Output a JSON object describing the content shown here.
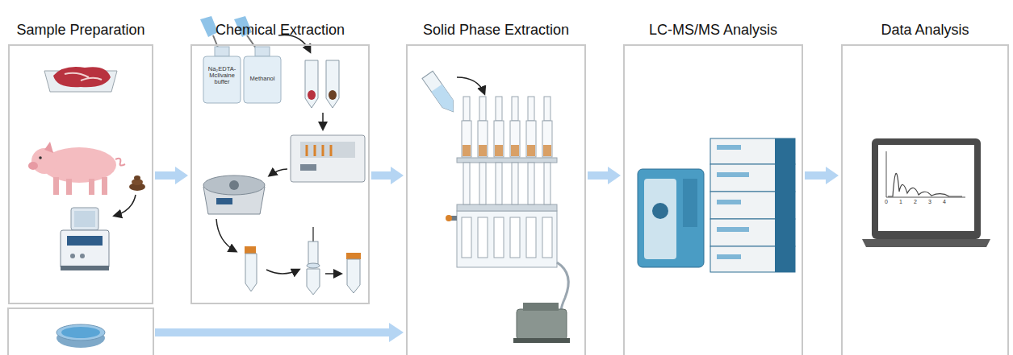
{
  "diagram": {
    "nodes": [
      {
        "text": [
          "Sample Preparation"
        ]
      },
      {
        "text": [
          "Chemical Extraction"
        ]
      },
      {
        "text": [
          "Solid Phase Extraction"
        ]
      },
      {
        "text": [
          "LC-MS/MS Analysis"
        ]
      },
      {
        "text": [
          "Data Analysis"
        ]
      }
    ],
    "edges": [
      {
        "from": 0,
        "to": 1,
        "arrow": "to"
      },
      {
        "from": 1,
        "to": 2,
        "arrow": "to"
      },
      {
        "from": 2,
        "to": 3,
        "arrow": "to"
      },
      {
        "from": 3,
        "to": 4,
        "arrow": "to"
      }
    ],
    "labels": [
      "Na₂EDTA-McIlvaine buffer",
      "Methanol",
      "0",
      "1",
      "2",
      "3",
      "4"
    ]
  }
}
